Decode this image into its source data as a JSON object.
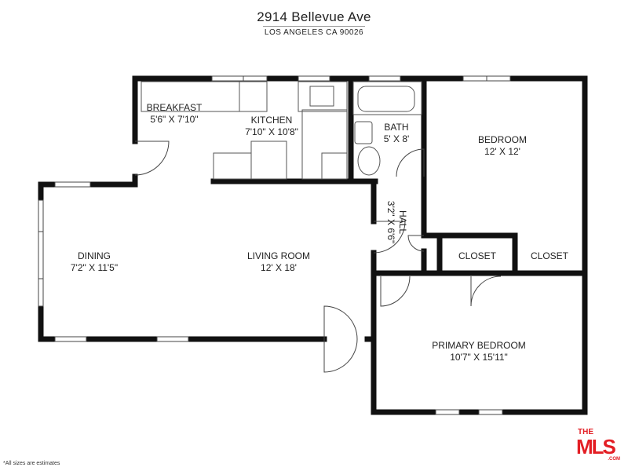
{
  "header": {
    "address": "2914 Bellevue Ave",
    "city": "LOS ANGELES  CA 90026"
  },
  "rooms": [
    {
      "name": "BREAKFAST",
      "size": "5'6\" X 7'10\""
    },
    {
      "name": "KITCHEN",
      "size": "7'10\" X 10'8\""
    },
    {
      "name": "BATH",
      "size": "5' X 8'"
    },
    {
      "name": "BEDROOM",
      "size": "12' X 12'"
    },
    {
      "name": "HALL",
      "size": "3'2\" X 6'6\""
    },
    {
      "name": "CLOSET",
      "size": ""
    },
    {
      "name": "CLOSET",
      "size": ""
    },
    {
      "name": "DINING",
      "size": "7'2\" X 11'5\""
    },
    {
      "name": "LIVING ROOM",
      "size": "12' X 18'"
    },
    {
      "name": "PRIMARY BEDROOM",
      "size": "10'7\" X 15'11\""
    }
  ],
  "footer": {
    "note": "*All sizes are estimates",
    "logo": "THE MLS .COM"
  },
  "colors": {
    "wall": "#111111",
    "logo": "#e31e24"
  }
}
